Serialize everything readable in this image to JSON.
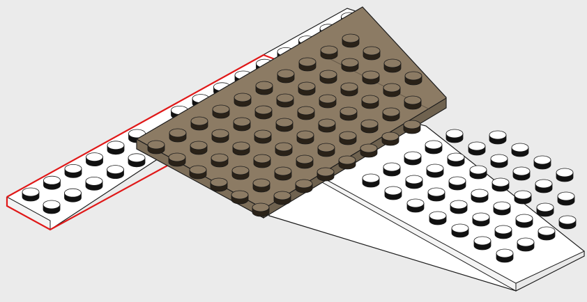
{
  "scene": {
    "background": "#ebebeb",
    "colors": {
      "white_top": "#ffffff",
      "white_side": "#f2f2f2",
      "white_edge": "#cfcfcf",
      "outline": "#1a1a1a",
      "tan_top": "#8c7b64",
      "tan_side": "#786a55",
      "tan_stud_side": "#2a2218",
      "white_stud_side": "#111111",
      "highlight": "#e01818"
    },
    "parts": [
      {
        "name": "white-wing-plate",
        "color": "white",
        "description_icon": "lego-wing-plate"
      },
      {
        "name": "white-long-plate",
        "color": "white",
        "description_icon": "lego-plate",
        "highlighted": true
      },
      {
        "name": "tan-plate",
        "color": "tan",
        "description_icon": "lego-plate"
      }
    ]
  }
}
